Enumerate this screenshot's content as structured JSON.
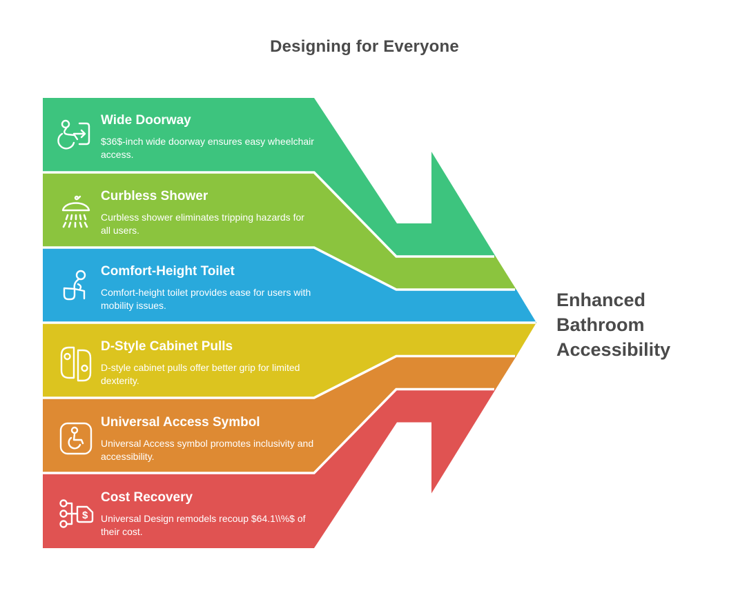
{
  "header": {
    "title": "Designing for Everyone"
  },
  "result": {
    "label": "Enhanced Bathroom Accessibility"
  },
  "text_color": "#4a4a4a",
  "separator_color": "#ffffff",
  "bands": [
    {
      "title": "Wide Doorway",
      "description": "$36$-inch wide doorway ensures easy wheelchair access.",
      "icon": "wheelchair-door-icon",
      "color": "#3dc47e"
    },
    {
      "title": "Curbless Shower",
      "description": "Curbless shower eliminates tripping hazards for all users.",
      "icon": "shower-icon",
      "color": "#8bc43e"
    },
    {
      "title": "Comfort-Height Toilet",
      "description": "Comfort-height toilet provides ease for users with mobility issues.",
      "icon": "toilet-icon",
      "color": "#29a9dc"
    },
    {
      "title": "D-Style Cabinet Pulls",
      "description": "D-style cabinet pulls offer better grip for limited dexterity.",
      "icon": "cabinet-pulls-icon",
      "color": "#dcc41f"
    },
    {
      "title": "Universal Access Symbol",
      "description": "Universal Access symbol promotes inclusivity and accessibility.",
      "icon": "universal-access-icon",
      "color": "#de8a33"
    },
    {
      "title": "Cost Recovery",
      "description": "Universal Design remodels recoup $64.1\\\\%$ of their cost.",
      "icon": "cost-tag-icon",
      "color": "#e05352"
    }
  ]
}
